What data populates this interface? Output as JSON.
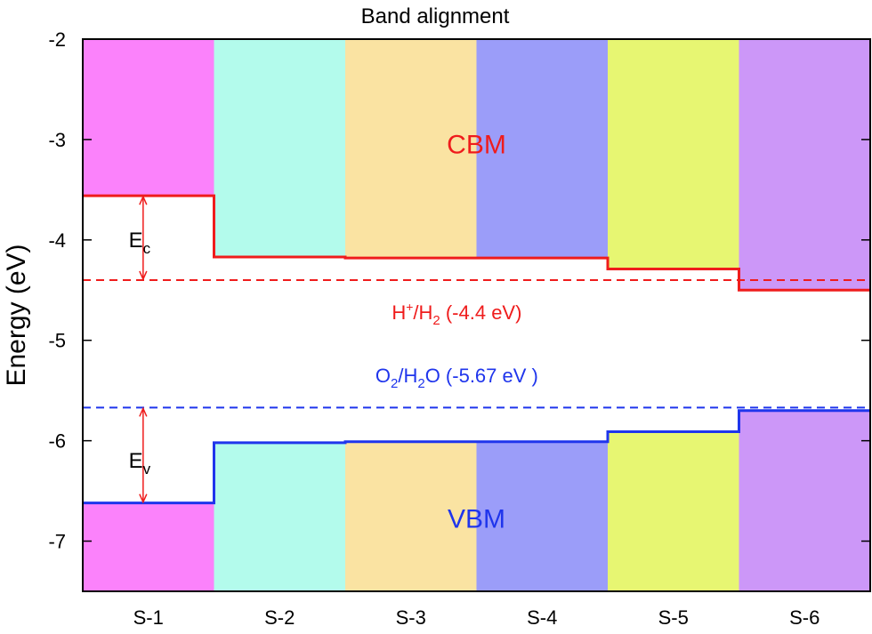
{
  "chart_data": {
    "type": "bar",
    "title": "Band alignment",
    "ylabel": "Energy (eV)",
    "xlabel": "",
    "ylim": [
      -7.5,
      -2
    ],
    "yticks": [
      -7,
      -6,
      -5,
      -4,
      -3,
      -2
    ],
    "grid": false,
    "categories": [
      "S-1",
      "S-2",
      "S-3",
      "S-4",
      "S-5",
      "S-6"
    ],
    "colors": [
      "#fb82fb",
      "#b3fbec",
      "#fae3a2",
      "#9b9df9",
      "#e7f672",
      "#cc97f8"
    ],
    "series": [
      {
        "name": "CBM",
        "color": "#ef1c1c",
        "values": [
          -3.56,
          -4.17,
          -4.18,
          -4.18,
          -4.29,
          -4.5
        ]
      },
      {
        "name": "VBM",
        "color": "#1f35ec",
        "values": [
          -6.62,
          -6.02,
          -6.01,
          -6.01,
          -5.91,
          -5.7
        ]
      }
    ],
    "reference_lines": [
      {
        "value": -4.4,
        "color": "#ef1c1c",
        "label_main": "H",
        "label_sup": "+",
        "label_mid": "/H",
        "label_sub": "2",
        "label_tail": " (-4.4 eV)"
      },
      {
        "value": -5.67,
        "color": "#1f35ec",
        "label_main": "O",
        "label_sub": "2",
        "label_mid": "/H",
        "label_sub2": "2",
        "label_tail": "O (-5.67 eV )"
      }
    ],
    "annotations": {
      "cbm_label": "CBM",
      "vbm_label": "VBM",
      "ec_base": "E",
      "ec_sub": "c",
      "ev_base": "E",
      "ev_sub": "v",
      "arrow_color": "#ef1c1c"
    }
  }
}
